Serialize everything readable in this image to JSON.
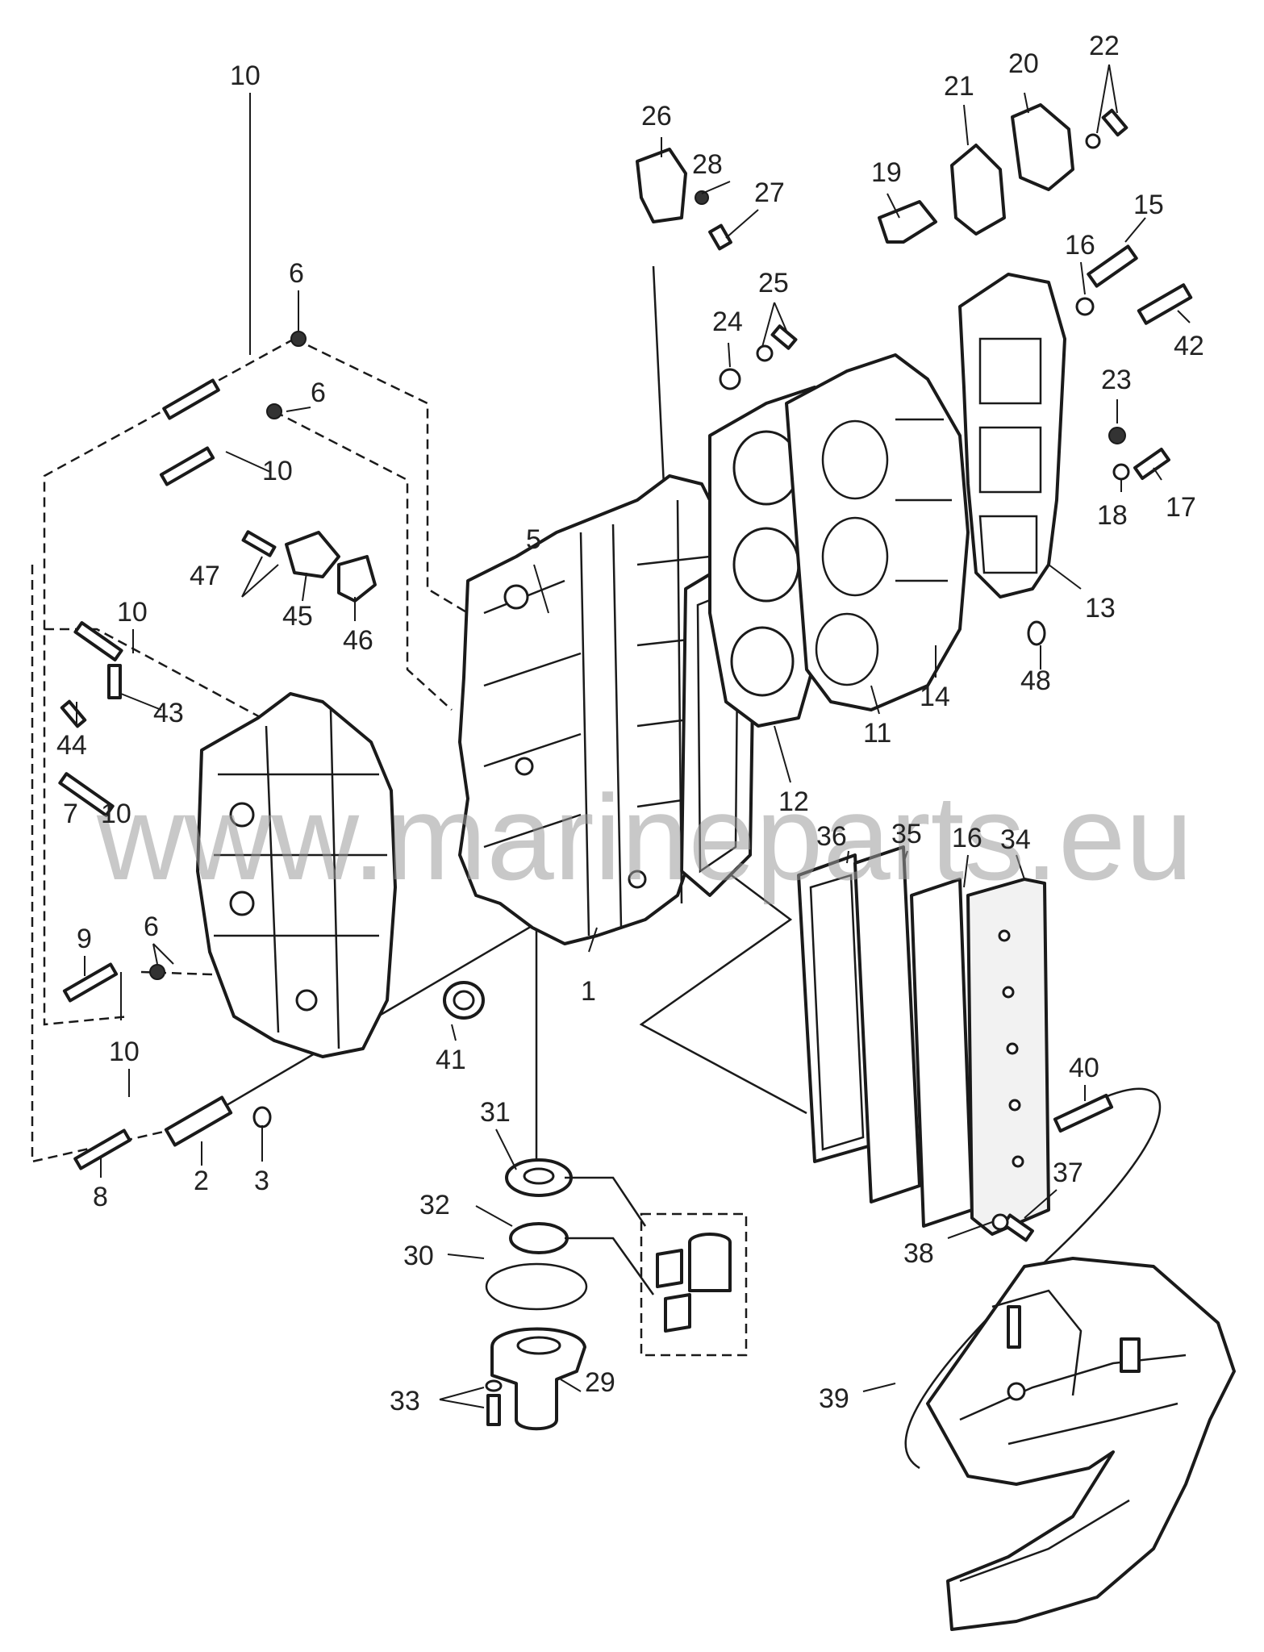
{
  "watermark": "www.marineparts.eu",
  "labels": [
    {
      "id": "p1",
      "text": "1"
    },
    {
      "id": "p2",
      "text": "2"
    },
    {
      "id": "p3",
      "text": "3"
    },
    {
      "id": "p5",
      "text": "5"
    },
    {
      "id": "p6a",
      "text": "6"
    },
    {
      "id": "p6b",
      "text": "6"
    },
    {
      "id": "p6c",
      "text": "6"
    },
    {
      "id": "p7",
      "text": "7"
    },
    {
      "id": "p8",
      "text": "8"
    },
    {
      "id": "p9",
      "text": "9"
    },
    {
      "id": "p10a",
      "text": "10"
    },
    {
      "id": "p10b",
      "text": "10"
    },
    {
      "id": "p10c",
      "text": "10"
    },
    {
      "id": "p10d",
      "text": "10"
    },
    {
      "id": "p10e",
      "text": "10"
    },
    {
      "id": "p11",
      "text": "11"
    },
    {
      "id": "p12",
      "text": "12"
    },
    {
      "id": "p13",
      "text": "13"
    },
    {
      "id": "p14",
      "text": "14"
    },
    {
      "id": "p15",
      "text": "15"
    },
    {
      "id": "p16a",
      "text": "16"
    },
    {
      "id": "p16b",
      "text": "16"
    },
    {
      "id": "p17",
      "text": "17"
    },
    {
      "id": "p18",
      "text": "18"
    },
    {
      "id": "p19",
      "text": "19"
    },
    {
      "id": "p20",
      "text": "20"
    },
    {
      "id": "p21",
      "text": "21"
    },
    {
      "id": "p22",
      "text": "22"
    },
    {
      "id": "p23",
      "text": "23"
    },
    {
      "id": "p24",
      "text": "24"
    },
    {
      "id": "p25",
      "text": "25"
    },
    {
      "id": "p26",
      "text": "26"
    },
    {
      "id": "p27",
      "text": "27"
    },
    {
      "id": "p28",
      "text": "28"
    },
    {
      "id": "p29",
      "text": "29"
    },
    {
      "id": "p30",
      "text": "30"
    },
    {
      "id": "p31",
      "text": "31"
    },
    {
      "id": "p32",
      "text": "32"
    },
    {
      "id": "p33",
      "text": "33"
    },
    {
      "id": "p34",
      "text": "34"
    },
    {
      "id": "p35",
      "text": "35"
    },
    {
      "id": "p36",
      "text": "36"
    },
    {
      "id": "p37",
      "text": "37"
    },
    {
      "id": "p38",
      "text": "38"
    },
    {
      "id": "p39",
      "text": "39"
    },
    {
      "id": "p40",
      "text": "40"
    },
    {
      "id": "p41",
      "text": "41"
    },
    {
      "id": "p42",
      "text": "42"
    },
    {
      "id": "p43",
      "text": "43"
    },
    {
      "id": "p44",
      "text": "44"
    },
    {
      "id": "p45",
      "text": "45"
    },
    {
      "id": "p46",
      "text": "46"
    },
    {
      "id": "p47",
      "text": "47"
    },
    {
      "id": "p48",
      "text": "48"
    }
  ]
}
